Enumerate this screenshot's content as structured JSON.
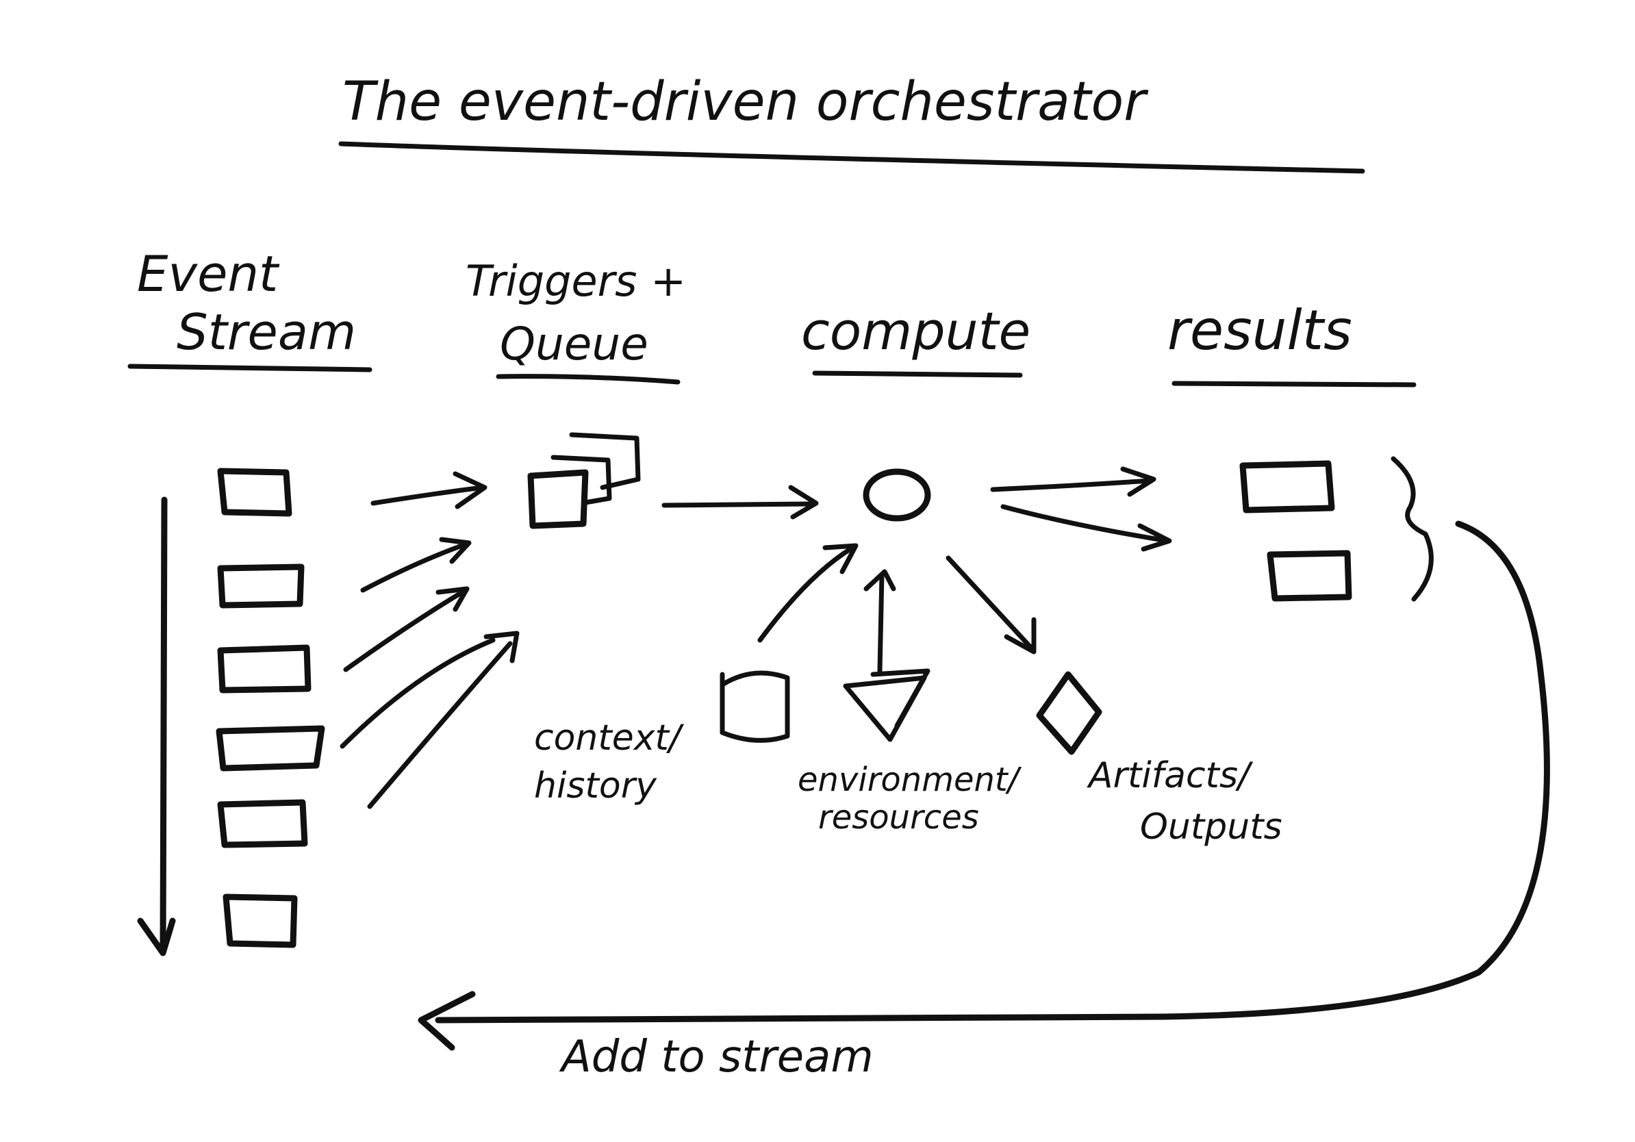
{
  "title": "The event-driven orchestrator",
  "columns": {
    "event_stream": {
      "line1": "Event",
      "line2": "Stream"
    },
    "triggers_queue": {
      "line1": "Triggers +",
      "line2": "Queue"
    },
    "compute": {
      "label": "compute"
    },
    "results": {
      "label": "results"
    }
  },
  "inputs": {
    "context": {
      "line1": "context/",
      "line2": "history"
    },
    "environment": {
      "line1": "environment/",
      "line2": "resources"
    },
    "artifacts": {
      "line1": "Artifacts/",
      "line2": "Outputs"
    }
  },
  "feedback": {
    "label": "Add to stream"
  },
  "colors": {
    "ink": "#111111",
    "paper": "#ffffff"
  }
}
